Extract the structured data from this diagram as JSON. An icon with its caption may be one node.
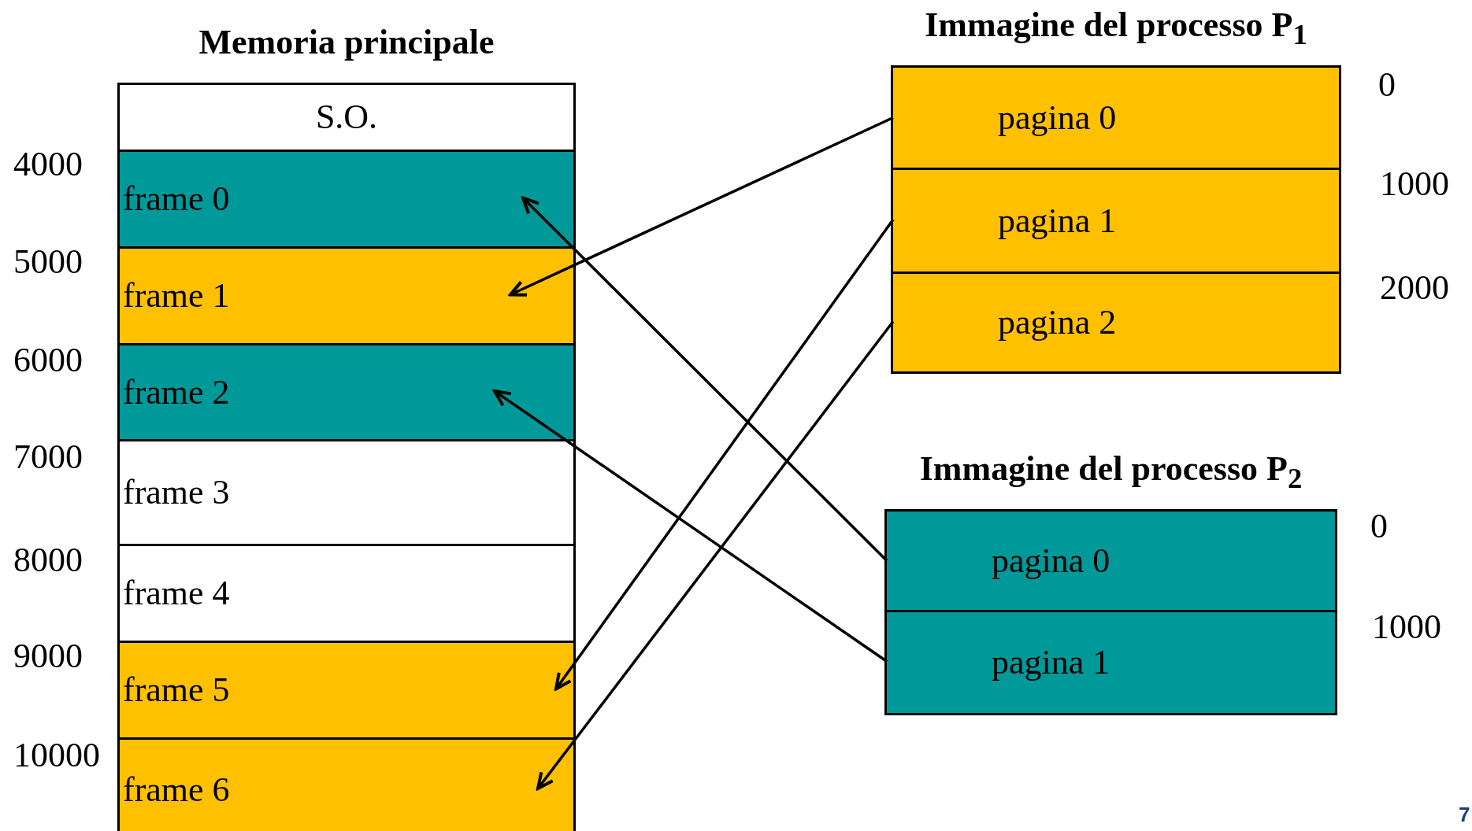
{
  "diagram": {
    "nodes": [
      {
        "text": [
          "Memoria principale"
        ]
      },
      {
        "text": [
          "S.O."
        ],
        "in": 0
      },
      {
        "text": [
          "frame 0"
        ],
        "in": 0
      },
      {
        "text": [
          "frame 1"
        ],
        "in": 0
      },
      {
        "text": [
          "frame 2"
        ],
        "in": 0
      },
      {
        "text": [
          "frame 3"
        ],
        "in": 0
      },
      {
        "text": [
          "frame 4"
        ],
        "in": 0
      },
      {
        "text": [
          "frame 5"
        ],
        "in": 0
      },
      {
        "text": [
          "frame 6"
        ],
        "in": 0
      },
      {
        "text": [
          "Immagine del processo P$_{1}$"
        ]
      },
      {
        "text": [
          "pagina 0"
        ],
        "in": 9
      },
      {
        "text": [
          "pagina 1"
        ],
        "in": 9
      },
      {
        "text": [
          "pagina 2"
        ],
        "in": 9
      },
      {
        "text": [
          "Immagine del processo P$_{2}$"
        ]
      },
      {
        "text": [
          "pagina 0"
        ],
        "in": 13
      },
      {
        "text": [
          "pagina 1"
        ],
        "in": 13
      }
    ],
    "edges": [
      {
        "from": 10,
        "to": 3,
        "arrow": "to"
      },
      {
        "from": 11,
        "to": 7,
        "arrow": "to"
      },
      {
        "from": 12,
        "to": 8,
        "arrow": "to"
      },
      {
        "from": 14,
        "to": 2,
        "arrow": "to"
      },
      {
        "from": 15,
        "to": 4,
        "arrow": "to"
      }
    ],
    "labels": [
      "4000",
      "5000",
      "6000",
      "7000",
      "8000",
      "9000",
      "10000",
      "0",
      "1000",
      "2000",
      "0",
      "1000",
      "7"
    ]
  }
}
